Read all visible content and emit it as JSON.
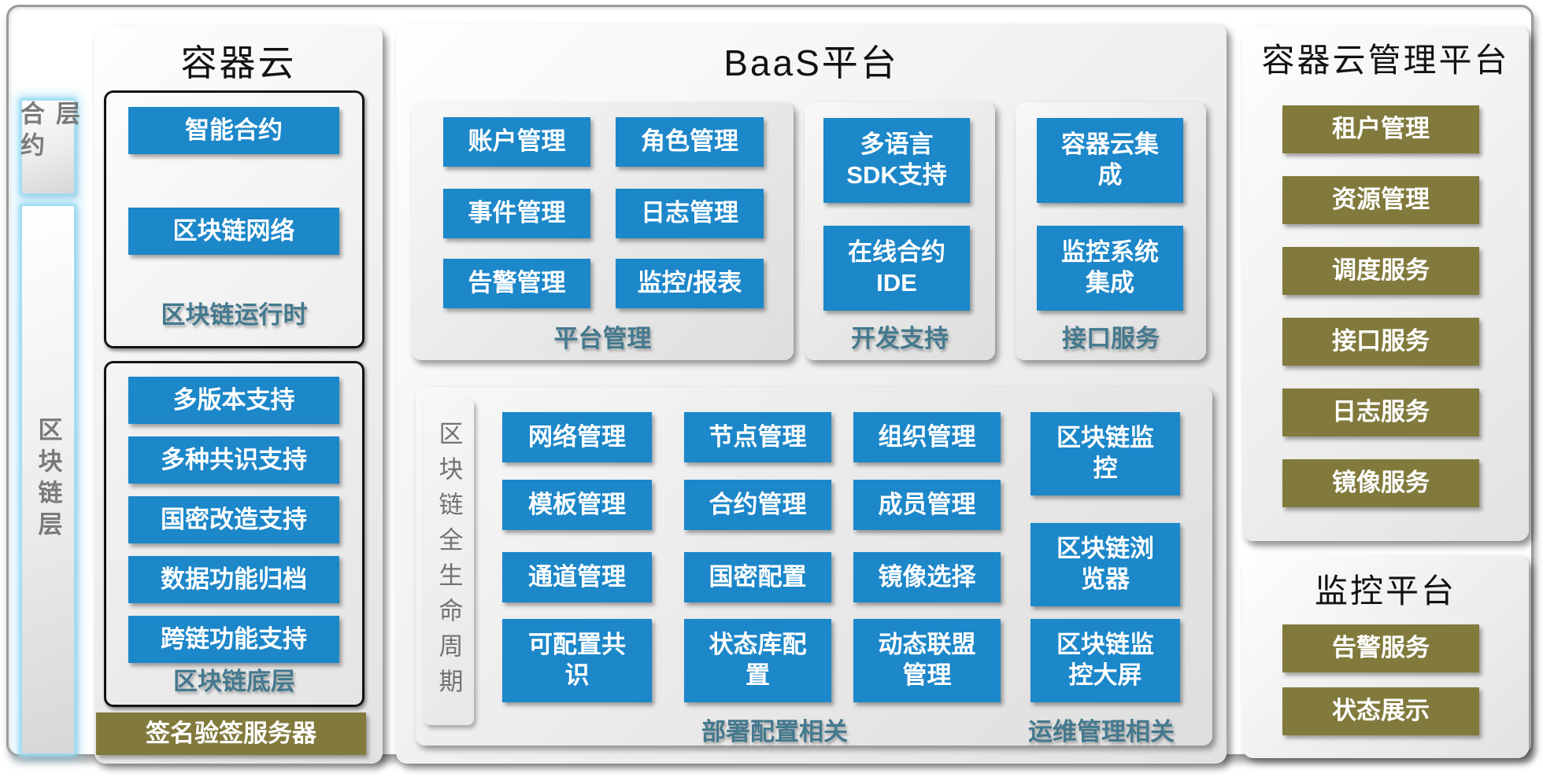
{
  "colors": {
    "blue": "#1C87C9",
    "olive": "#817A3C",
    "teal_label": "#44798E",
    "layer_text": "#7A7A7A",
    "glow": "#9FDCF2"
  },
  "layers": {
    "contract": "合约层",
    "blockchain": "区块链层"
  },
  "container_cloud": {
    "title": "容器云",
    "runtime": {
      "label": "区块链运行时",
      "buttons": [
        "智能合约",
        "区块链网络"
      ]
    },
    "base": {
      "label": "区块链底层",
      "buttons": [
        "多版本支持",
        "多种共识支持",
        "国密改造支持",
        "数据功能归档",
        "跨链功能支持"
      ]
    },
    "signature_server": "签名验签服务器"
  },
  "baas": {
    "title": "BaaS平台",
    "platform_mgmt": {
      "label": "平台管理",
      "buttons": [
        "账户管理",
        "角色管理",
        "事件管理",
        "日志管理",
        "告警管理",
        "监控/报表"
      ]
    },
    "dev_support": {
      "label": "开发支持",
      "buttons": [
        "多语言\nSDK支持",
        "在线合约\nIDE"
      ]
    },
    "interface_service": {
      "label": "接口服务",
      "buttons": [
        "容器云集\n成",
        "监控系统\n集成"
      ]
    },
    "lifecycle": {
      "side_label": "区块链全生命周期",
      "deploy_label": "部署配置相关",
      "ops_label": "运维管理相关",
      "col1": [
        "网络管理",
        "模板管理",
        "通道管理",
        "可配置共\n识"
      ],
      "col2": [
        "节点管理",
        "合约管理",
        "国密配置",
        "状态库配\n置"
      ],
      "col3": [
        "组织管理",
        "成员管理",
        "镜像选择",
        "动态联盟\n管理"
      ],
      "col4": [
        "区块链监\n控",
        "区块链浏\n览器",
        "区块链监\n控大屏"
      ]
    }
  },
  "cloud_mgmt": {
    "title": "容器云管理平台",
    "buttons": [
      "租户管理",
      "资源管理",
      "调度服务",
      "接口服务",
      "日志服务",
      "镜像服务"
    ]
  },
  "monitor": {
    "title": "监控平台",
    "buttons": [
      "告警服务",
      "状态展示"
    ]
  }
}
